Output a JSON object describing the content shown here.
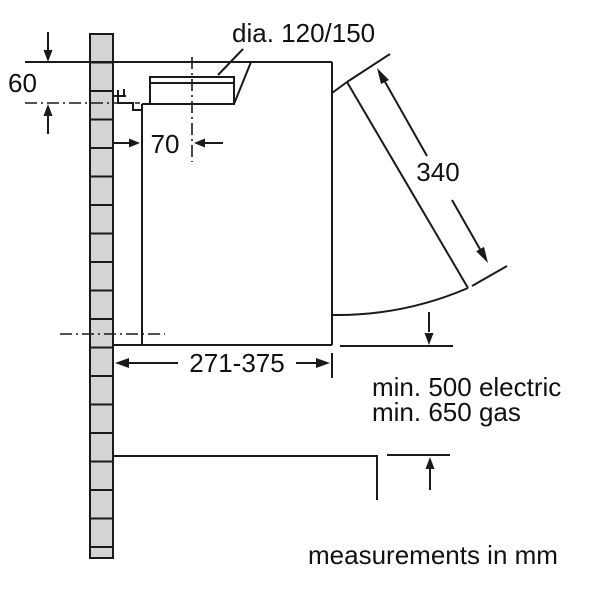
{
  "footer": {
    "note": "measurements in mm"
  },
  "dimensions": {
    "duct_diameter": "dia. 120/150",
    "hood_top_to_hook": "60",
    "hook_to_duct_center": "70",
    "visor_swing": "340",
    "hood_depth_range": "271-375",
    "min_distance_electric": "min. 500 electric",
    "min_distance_gas": "min. 650 gas"
  },
  "colors": {
    "line": "#1a1a1a",
    "wall_tile_fill": "#d4d4d4",
    "background": "#ffffff"
  }
}
